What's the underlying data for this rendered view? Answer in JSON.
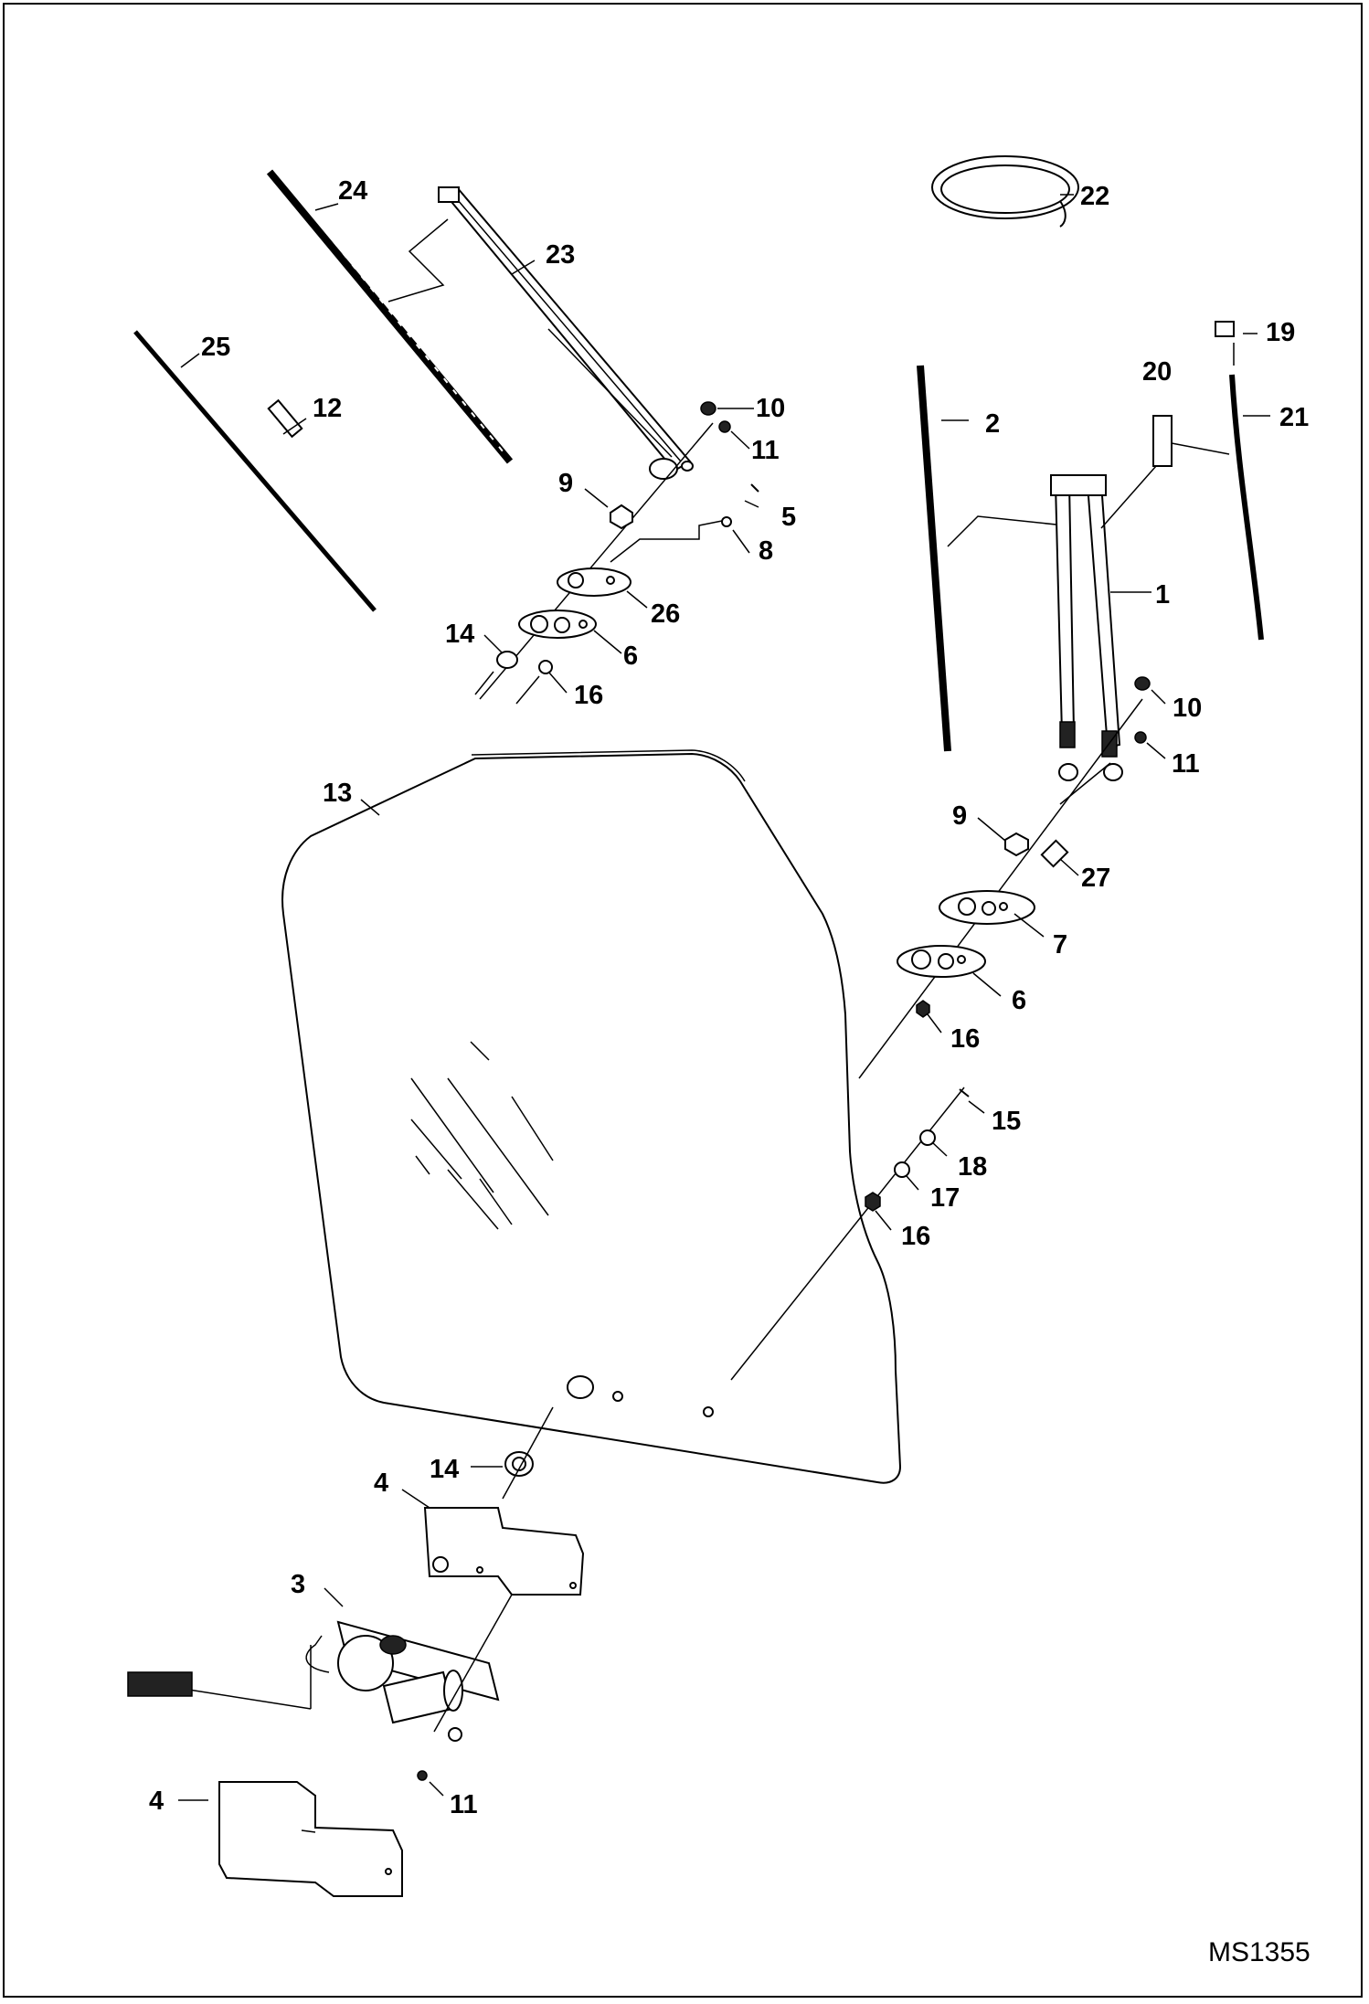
{
  "diagram": {
    "drawing_code": "MS1355",
    "callouts": [
      {
        "id": "c24",
        "text": "24"
      },
      {
        "id": "c23",
        "text": "23"
      },
      {
        "id": "c22",
        "text": "22"
      },
      {
        "id": "c25",
        "text": "25"
      },
      {
        "id": "c12",
        "text": "12"
      },
      {
        "id": "c10a",
        "text": "10"
      },
      {
        "id": "c11a",
        "text": "11"
      },
      {
        "id": "c9a",
        "text": "9"
      },
      {
        "id": "c5",
        "text": "5"
      },
      {
        "id": "c8",
        "text": "8"
      },
      {
        "id": "c26",
        "text": "26"
      },
      {
        "id": "c14a",
        "text": "14"
      },
      {
        "id": "c6a",
        "text": "6"
      },
      {
        "id": "c16a",
        "text": "16"
      },
      {
        "id": "c19",
        "text": "19"
      },
      {
        "id": "c20",
        "text": "20"
      },
      {
        "id": "c21",
        "text": "21"
      },
      {
        "id": "c2",
        "text": "2"
      },
      {
        "id": "c1",
        "text": "1"
      },
      {
        "id": "c10b",
        "text": "10"
      },
      {
        "id": "c11b",
        "text": "11"
      },
      {
        "id": "c13",
        "text": "13"
      },
      {
        "id": "c9b",
        "text": "9"
      },
      {
        "id": "c27",
        "text": "27"
      },
      {
        "id": "c7",
        "text": "7"
      },
      {
        "id": "c6b",
        "text": "6"
      },
      {
        "id": "c16b",
        "text": "16"
      },
      {
        "id": "c15",
        "text": "15"
      },
      {
        "id": "c18",
        "text": "18"
      },
      {
        "id": "c17",
        "text": "17"
      },
      {
        "id": "c16c",
        "text": "16"
      },
      {
        "id": "c14b",
        "text": "14"
      },
      {
        "id": "c4a",
        "text": "4"
      },
      {
        "id": "c3",
        "text": "3"
      },
      {
        "id": "c4b",
        "text": "4"
      },
      {
        "id": "c11c",
        "text": "11"
      }
    ]
  }
}
